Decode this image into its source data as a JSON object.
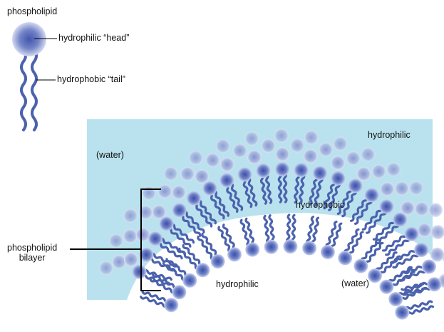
{
  "labels": {
    "phospholipid": "phospholipid",
    "head": "hydrophilic “head”",
    "tail": "hydrophobic “tail”",
    "water_outer": "(water)",
    "hydrophilic_outer": "hydrophilic",
    "hydrophobic_core": "hydrophobic",
    "bilayer_line1": "phospholipid",
    "bilayer_line2": "bilayer",
    "hydrophilic_inner": "hydrophilic",
    "water_inner": "(water)"
  },
  "colors": {
    "water": "#b9e2ee",
    "head": "#4a5fb0",
    "tail": "#4b62ad"
  }
}
